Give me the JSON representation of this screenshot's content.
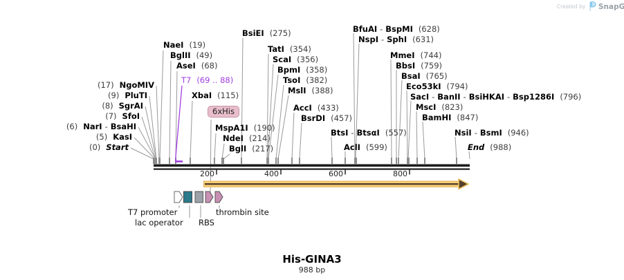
{
  "sep": "-",
  "brand": {
    "created_by": "Created by",
    "name": "SnapGene"
  },
  "title": {
    "name": "His-GINA3",
    "length": "988 bp"
  },
  "left_sites": [
    {
      "pos": "(17)",
      "name": "NgoMIV"
    },
    {
      "pos": "(9)",
      "name": "PluTI"
    },
    {
      "pos": "(8)",
      "name": "SgrAI"
    },
    {
      "pos": "(7)",
      "name": "SfoI"
    },
    {
      "pos": "(6)",
      "names": [
        "NarI",
        "BsaHI"
      ]
    },
    {
      "pos": "(5)",
      "name": "KasI"
    },
    {
      "pos": "(0)",
      "name": "Start"
    }
  ],
  "upper_sites": [
    {
      "name": "NaeI",
      "pos": "(19)"
    },
    {
      "name": "BglII",
      "pos": "(49)"
    },
    {
      "name": "AseI",
      "pos": "(68)"
    },
    {
      "name": "XbaI",
      "pos": "(115)"
    },
    {
      "name": "MspA1I",
      "pos": "(190)"
    },
    {
      "name": "NdeI",
      "pos": "(214)"
    },
    {
      "name": "BglI",
      "pos": "(217)"
    }
  ],
  "t7_label": {
    "name": "T7",
    "pos": "(69 .. 88)"
  },
  "his_badge": "6xHis",
  "mid_sites": [
    {
      "name": "BsiEI",
      "pos": "(275)"
    },
    {
      "name": "TatI",
      "pos": "(354)"
    },
    {
      "name": "ScaI",
      "pos": "(356)"
    },
    {
      "name": "BpmI",
      "pos": "(358)"
    },
    {
      "name": "TsoI",
      "pos": "(382)"
    },
    {
      "name": "MslI",
      "pos": "(388)"
    },
    {
      "name": "AccI",
      "pos": "(433)"
    },
    {
      "name": "BsrDI",
      "pos": "(457)"
    }
  ],
  "right_sites": [
    {
      "names": [
        "BfuAI",
        "BspMI"
      ],
      "pos": "(628)"
    },
    {
      "names": [
        "NspI",
        "SphI"
      ],
      "pos": "(631)"
    },
    {
      "name": "MmeI",
      "pos": "(744)"
    },
    {
      "name": "BbsI",
      "pos": "(759)"
    },
    {
      "name": "BsaI",
      "pos": "(765)"
    },
    {
      "name": "Eco53kI",
      "pos": "(794)"
    },
    {
      "names": [
        "SacI",
        "BanII",
        "BsiHKAI",
        "Bsp1286I"
      ],
      "pos": "(796)"
    },
    {
      "name": "MscI",
      "pos": "(823)"
    },
    {
      "name": "BamHI",
      "pos": "(847)"
    },
    {
      "names": [
        "BtsI",
        "BtsαI"
      ],
      "pos": "(557)"
    },
    {
      "name": "AclI",
      "pos": "(599)"
    },
    {
      "names": [
        "NsiI",
        "BsmI"
      ],
      "pos": "(946)"
    },
    {
      "name": "End",
      "pos": "(988)"
    }
  ],
  "axis": {
    "ticks": [
      "200",
      "400",
      "600",
      "800"
    ]
  },
  "features": [
    {
      "label": "T7 promoter"
    },
    {
      "label": "lac operator"
    },
    {
      "label": "RBS"
    },
    {
      "label": "thrombin site"
    }
  ],
  "colors": {
    "t7_purple": "#a13fe0",
    "his_badge_bg": "#e9becb",
    "his_badge_border": "#c792a9",
    "lac_operator_teal": "#2a7a8c",
    "rbs_gray": "#9ca1a7",
    "tag_pink": "#c890b2",
    "orf_arrow_amber": "#f8ce79",
    "orf_arrow_stripe": "#54412b",
    "sequence_bar": "#1b1b1b",
    "leader_line": "#999999",
    "brand_blue": "#8acbee"
  }
}
